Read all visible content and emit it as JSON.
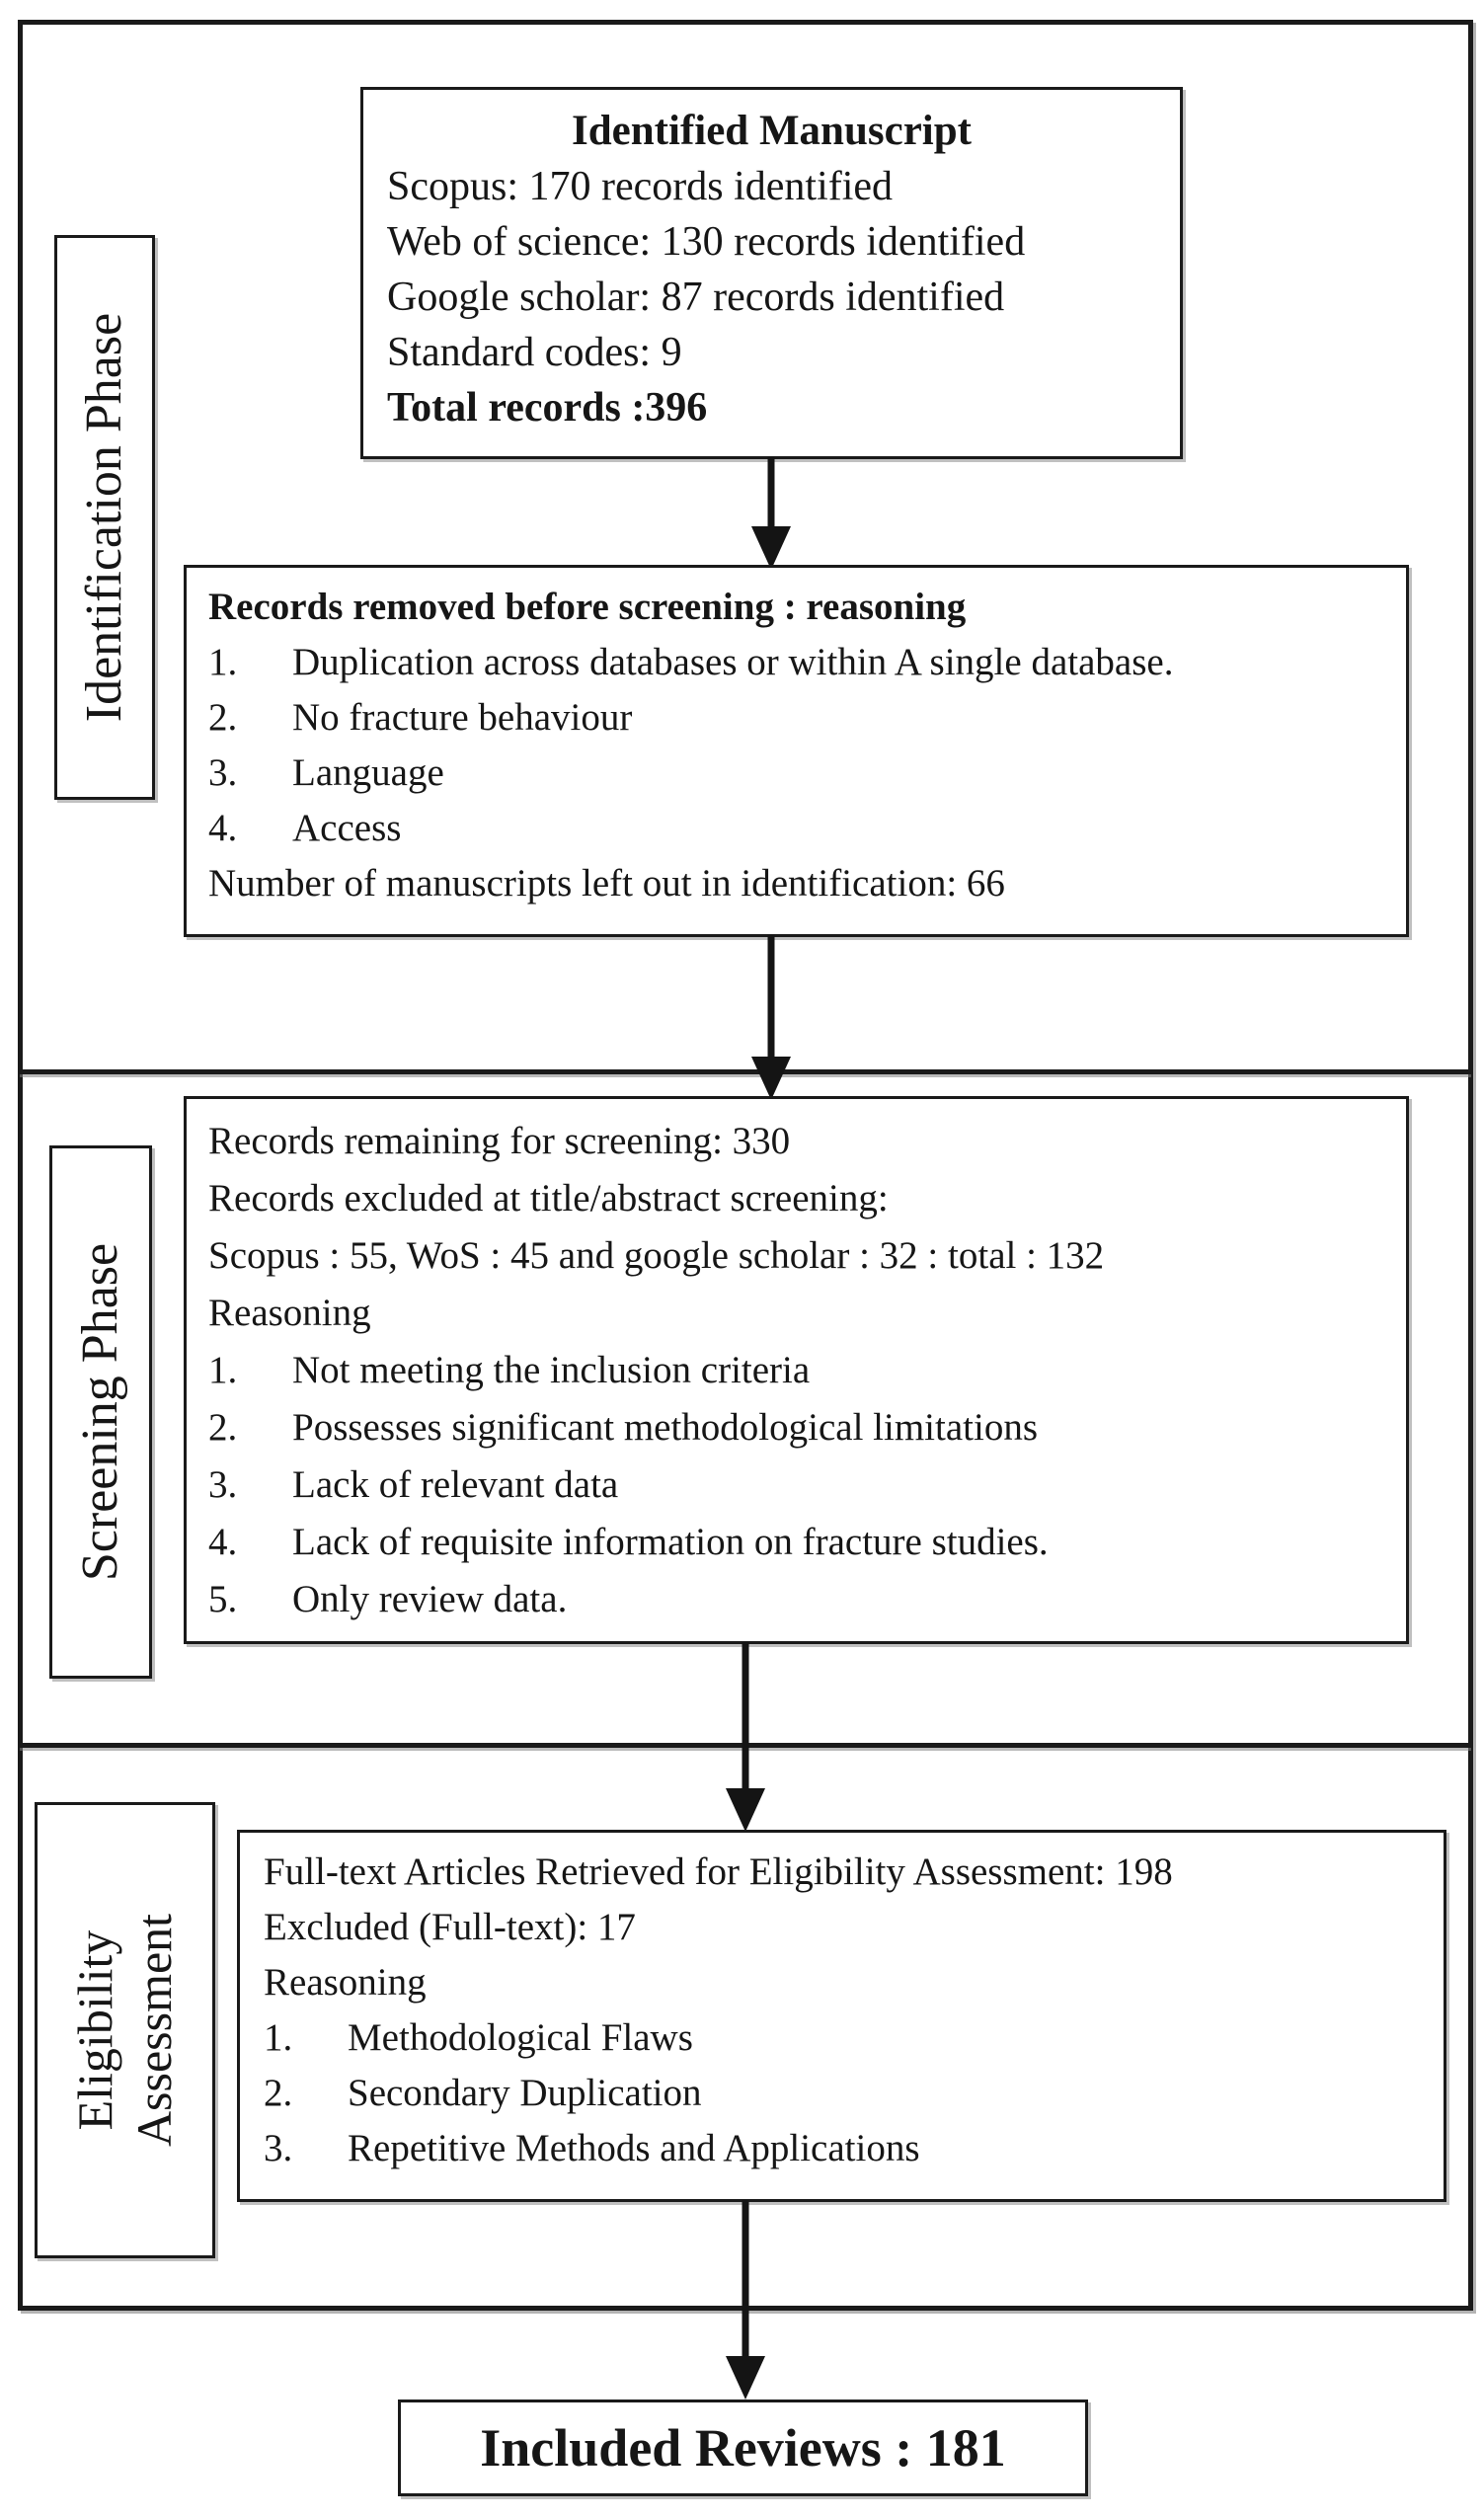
{
  "phase_labels": {
    "identification": "Identification Phase",
    "screening": "Screening Phase",
    "eligibility": [
      "Eligibility",
      "Assessment"
    ]
  },
  "identified_box": {
    "title": "Identified Manuscript",
    "lines": [
      "Scopus: 170 records identified",
      "Web of science: 130 records identified",
      "Google scholar: 87 records identified",
      "Standard codes: 9"
    ],
    "total": "Total records :396"
  },
  "removed_box": {
    "heading": "Records removed before screening : reasoning",
    "items": [
      {
        "num": "1.",
        "text": "Duplication across databases or within A single database."
      },
      {
        "num": "2.",
        "text": "No fracture behaviour"
      },
      {
        "num": "3.",
        "text": "Language"
      },
      {
        "num": "4.",
        "text": "Access"
      }
    ],
    "footer": "Number of manuscripts left out in identification: 66"
  },
  "screening_box": {
    "lines": [
      "Records remaining for screening: 330",
      "Records excluded at title/abstract screening:",
      "Scopus : 55, WoS : 45 and google scholar : 32 : total : 132",
      "Reasoning"
    ],
    "items": [
      {
        "num": "1.",
        "text": "Not meeting the inclusion criteria"
      },
      {
        "num": "2.",
        "text": "Possesses significant methodological limitations"
      },
      {
        "num": "3.",
        "text": "Lack of relevant data"
      },
      {
        "num": "4.",
        "text": "Lack of requisite information on fracture studies."
      },
      {
        "num": "5.",
        "text": "Only review data."
      }
    ]
  },
  "eligibility_box": {
    "lines": [
      "Full-text Articles Retrieved for Eligibility Assessment: 198",
      "Excluded (Full-text): 17",
      "Reasoning"
    ],
    "items": [
      {
        "num": "1.",
        "text": "Methodological Flaws"
      },
      {
        "num": "2.",
        "text": "Secondary Duplication"
      },
      {
        "num": "3.",
        "text": "Repetitive Methods and Applications"
      }
    ]
  },
  "included_box": {
    "text": "Included Reviews : 181"
  },
  "colors": {
    "ink": "#1a1a1a",
    "background": "#ffffff"
  }
}
